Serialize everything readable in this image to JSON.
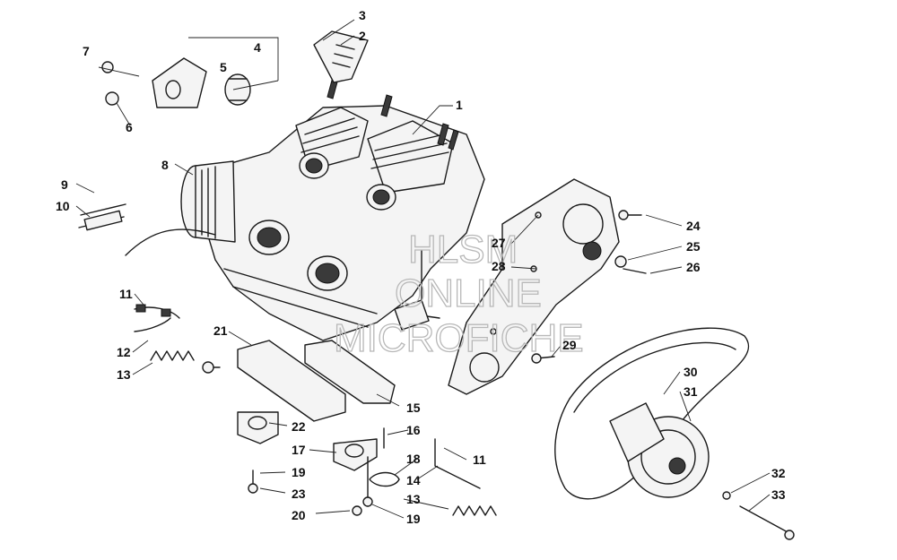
{
  "watermark": {
    "line1": "HLSM",
    "line2": "ONLINE",
    "line3": "MICROFICHE"
  },
  "callouts": {
    "c1": "1",
    "c2": "2",
    "c3": "3",
    "c4": "4",
    "c5": "5",
    "c6": "6",
    "c7": "7",
    "c8": "8",
    "c9": "9",
    "c10": "10",
    "c11a": "11",
    "c11b": "11",
    "c12": "12",
    "c13a": "13",
    "c13b": "13",
    "c14": "14",
    "c15": "15",
    "c16": "16",
    "c17": "17",
    "c18": "18",
    "c19a": "19",
    "c19b": "19",
    "c20": "20",
    "c21": "21",
    "c22": "22",
    "c23": "23",
    "c24": "24",
    "c25": "25",
    "c26": "26",
    "c27": "27",
    "c28": "28",
    "c29": "29",
    "c30": "30",
    "c31": "31",
    "c32": "32",
    "c33": "33"
  }
}
